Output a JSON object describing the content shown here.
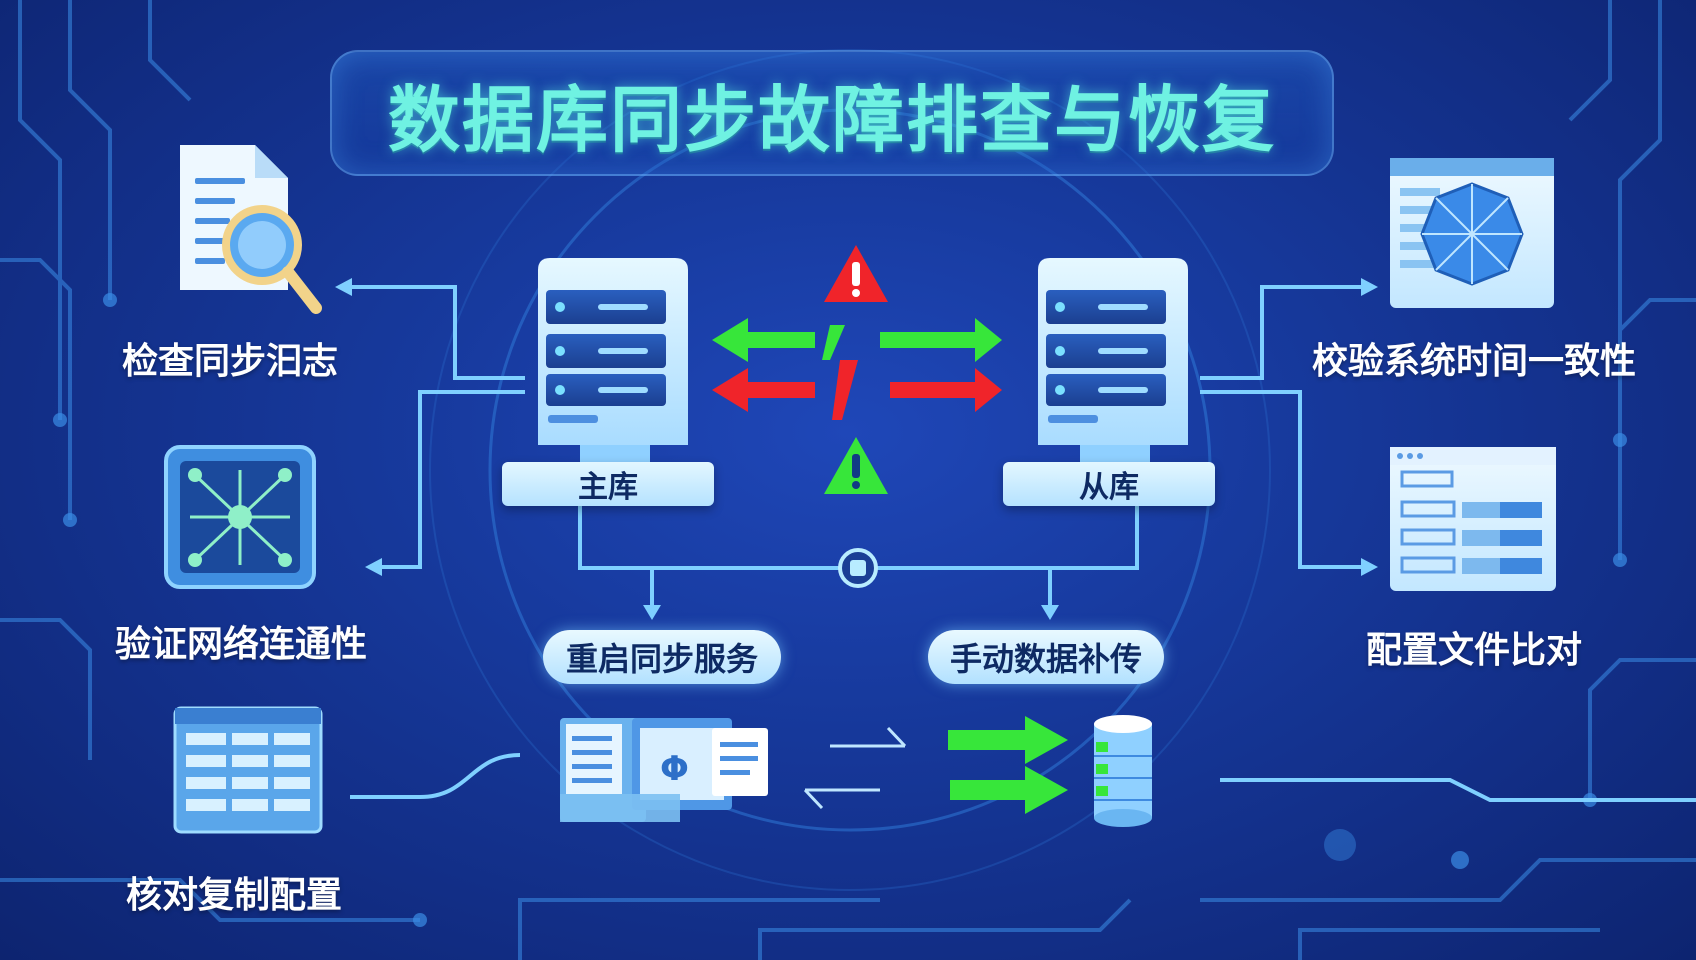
{
  "title": "数据库同步故障排查与恢复",
  "left_items": [
    {
      "label": "检查同步汩志",
      "icon": "log-search-icon"
    },
    {
      "label": "验证网络连通性",
      "icon": "network-icon"
    },
    {
      "label": "核对复制配置",
      "icon": "config-table-icon"
    }
  ],
  "right_items": [
    {
      "label": "校验系统时间一致性",
      "icon": "time-check-icon"
    },
    {
      "label": "配置文件比对",
      "icon": "config-compare-icon"
    }
  ],
  "servers": {
    "primary": "主库",
    "replica": "从库"
  },
  "actions": {
    "restart": "重启同步服务",
    "manual": "手动数据补传"
  },
  "colors": {
    "title": "#6ff2e2",
    "ok_arrow": "#37e63a",
    "error_arrow": "#f0242a",
    "warning_red": "#f0242a",
    "warning_green": "#37e63a",
    "line": "#7fd0ff"
  }
}
